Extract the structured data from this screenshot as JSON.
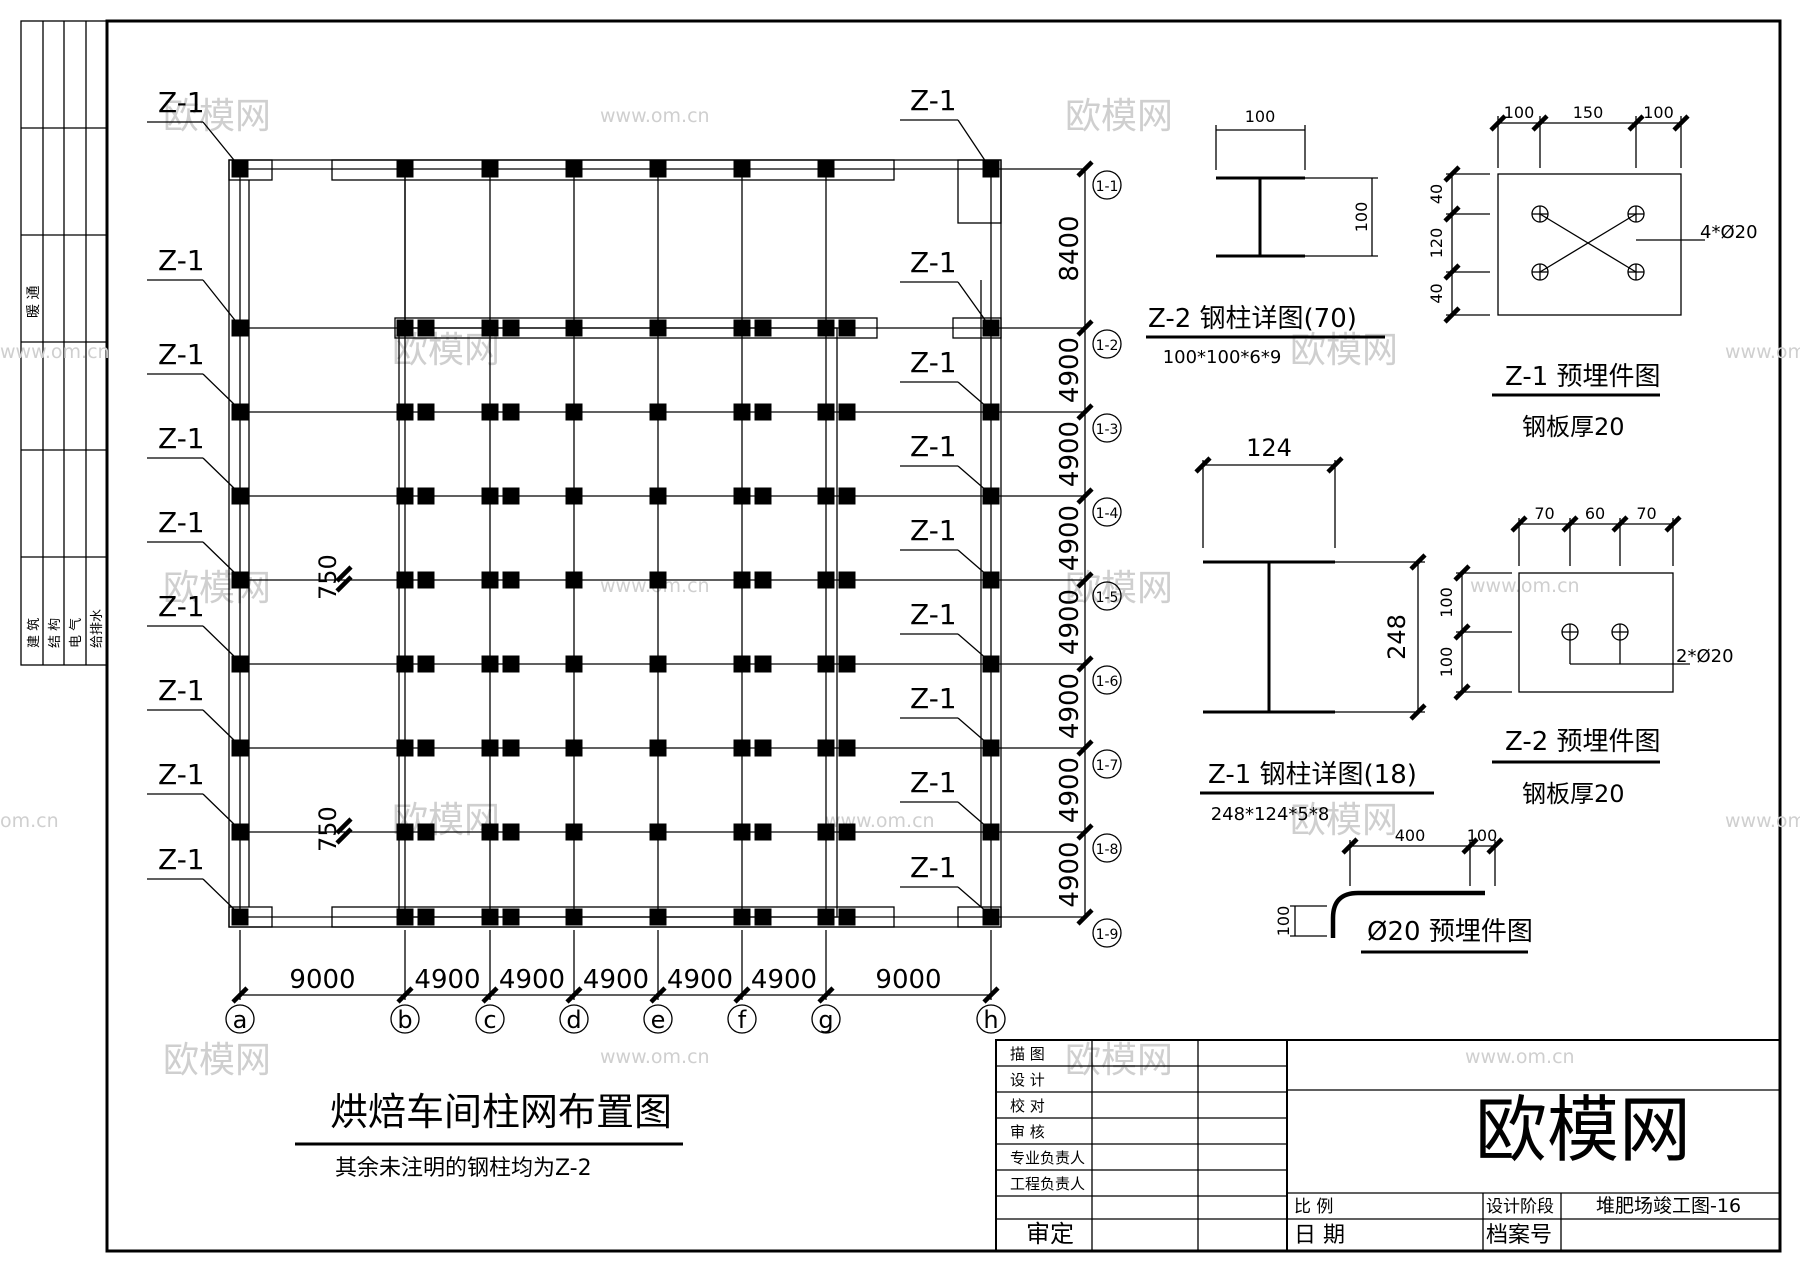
{
  "side_strip": {
    "top_label": "暖 通",
    "disciplines": [
      "建 筑",
      "结 构",
      "电 气",
      "给排水"
    ]
  },
  "watermark": {
    "site": "www.om.cn",
    "brand": "欧模网",
    "brand_small": "欧模网",
    "site_cut": "om.cn"
  },
  "plan": {
    "title": "烘焙车间柱网布置图",
    "note": "其余未注明的钢柱均为Z-2",
    "column_label": "Z-1",
    "x_axes": [
      "a",
      "b",
      "c",
      "d",
      "e",
      "f",
      "g",
      "h"
    ],
    "x_spans": [
      "9000",
      "4900",
      "4900",
      "4900",
      "4900",
      "4900",
      "9000"
    ],
    "y_axes": [
      "1-1",
      "1-2",
      "1-3",
      "1-4",
      "1-5",
      "1-6",
      "1-7",
      "1-8",
      "1-9"
    ],
    "y_spans": [
      "8400",
      "4900",
      "4900",
      "4900",
      "4900",
      "4900",
      "4900",
      "4900"
    ],
    "side_dim": "750"
  },
  "details": {
    "z2_column": {
      "title": "Z-2 钢柱详图(70)",
      "spec": "100*100*6*9",
      "width": "100",
      "height": "100"
    },
    "z1_column": {
      "title": "Z-1 钢柱详图(18)",
      "spec": "248*124*5*8",
      "width": "124",
      "height": "248"
    },
    "z1_embed": {
      "title": "Z-1 预埋件图",
      "plate": "钢板厚20",
      "top_dims": [
        "100",
        "150",
        "100"
      ],
      "side_dims": [
        "40",
        "120",
        "40"
      ],
      "bolts": "4*Ø20"
    },
    "z2_embed": {
      "title": "Z-2 预埋件图",
      "plate": "钢板厚20",
      "top_dims": [
        "70",
        "60",
        "70"
      ],
      "side_dims": [
        "100",
        "100"
      ],
      "bolts": "2*Ø20"
    },
    "rod_embed": {
      "title": "Ø20 预埋件图",
      "dims": [
        "400",
        "100",
        "100"
      ]
    }
  },
  "title_block": {
    "roles": [
      "描 图",
      "设 计",
      "校 对",
      "审 核",
      "专业负责人",
      "工程负责人"
    ],
    "approve": "审定",
    "scale_label": "比 例",
    "date_label": "日 期",
    "stage_label": "设计阶段",
    "archive_label": "档案号",
    "drawing_no": "堆肥场竣工图-16",
    "logo": "欧模网"
  }
}
